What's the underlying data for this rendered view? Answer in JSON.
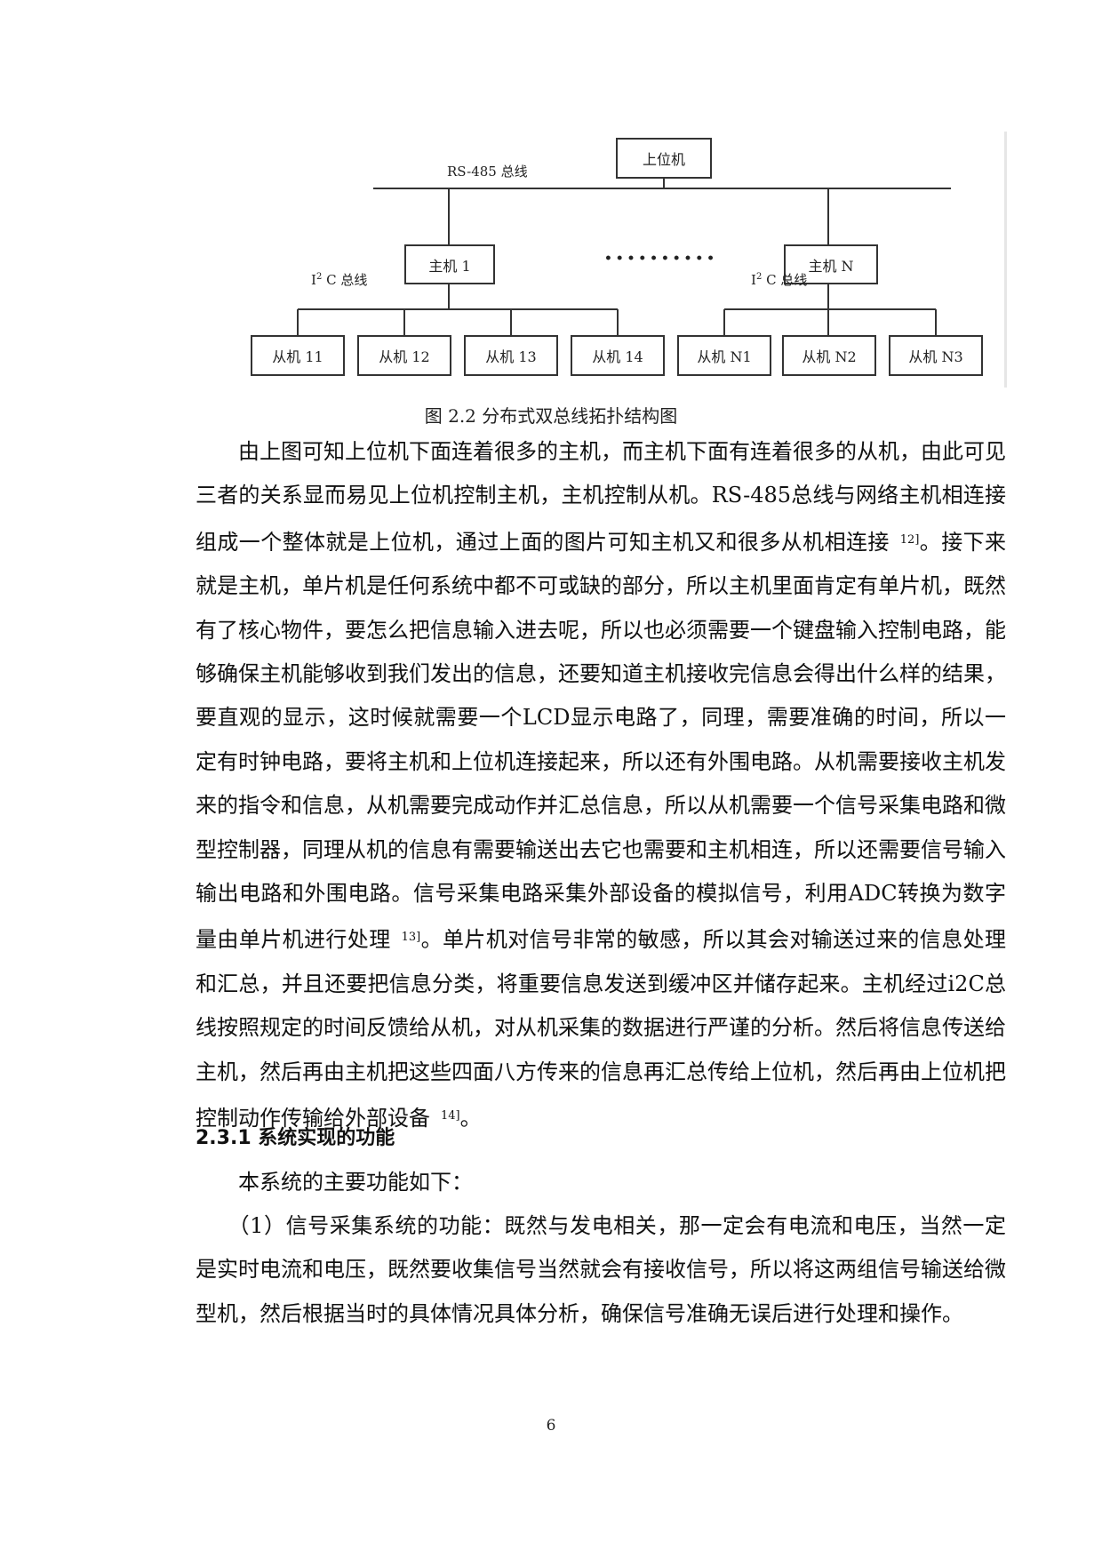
{
  "figure": {
    "bus_rs485_label": "RS-485 总线",
    "bus_i2c_label_left": "C 总线",
    "bus_i2c_label_right": "C 总线",
    "i2c_prefix": "I",
    "i2c_superscript": "2",
    "upper_computer": "上位机",
    "host_1": "主机 1",
    "host_n": "主机 N",
    "slaves_left": [
      "从机 11",
      "从机 12",
      "从机 13",
      "从机 14"
    ],
    "slaves_right": [
      "从机 N1",
      "从机 N2",
      "从机 N3"
    ],
    "caption": "图 2.2  分布式双总线拓扑结构图"
  },
  "paragraph1": {
    "text": "由上图可知上位机下面连着很多的主机，而主机下面有连着很多的从机，由此可见三者的关系显而易见上位机控制主机，主机控制从机。RS-485总线与网络主机相连接组成一个整体就是上位机，通过上面的图片可知主机又和很多从机相连接",
    "cite1": "12]",
    "text2": "。接下来就是主机，单片机是任何系统中都不可或缺的部分，所以主机里面肯定有单片机，既然有了核心物件，要怎么把信息输入进去呢，所以也必须需要一个键盘输入控制电路，能够确保主机能够收到我们发出的信息，还要知道主机接收完信息会得出什么样的结果，要直观的显示，这时候就需要一个LCD显示电路了，同理，需要准确的时间，所以一定有时钟电路，要将主机和上位机连接起来，所以还有外围电路。从机需要接收主机发来的指令和信息，从机需要完成动作并汇总信息，所以从机需要一个信号采集电路和微型控制器，同理从机的信息有需要输送出去它也需要和主机相连，所以还需要信号输入输出电路和外围电路。信号采集电路采集外部设备的模拟信号，利用ADC转换为数字量由单片机进行处理",
    "cite2": "13]",
    "text3": "。单片机对信号非常的敏感，所以其会对输送过来的信息处理和汇总，并且还要把信息分类，将重要信息发送到缓冲区并储存起来。主机经过i2C总线按照规定的时间反馈给从机，对从机采集的数据进行严谨的分析。然后将信息传送给主机，然后再由主机把这些四面八方传来的信息再汇总传给上位机，然后再由上位机把控制动作传输给外部设备",
    "cite3": "14]",
    "text4": "。"
  },
  "heading": "2.3.1 系统实现的功能",
  "paragraph2": "本系统的主要功能如下：",
  "paragraph3": "（1）信号采集系统的功能：既然与发电相关，那一定会有电流和电压，当然一定是实时电流和电压，既然要收集信号当然就会有接收信号，所以将这两组信号输送给微型机，然后根据当时的具体情况具体分析，确保信号准确无误后进行处理和操作。",
  "page_number": "6"
}
